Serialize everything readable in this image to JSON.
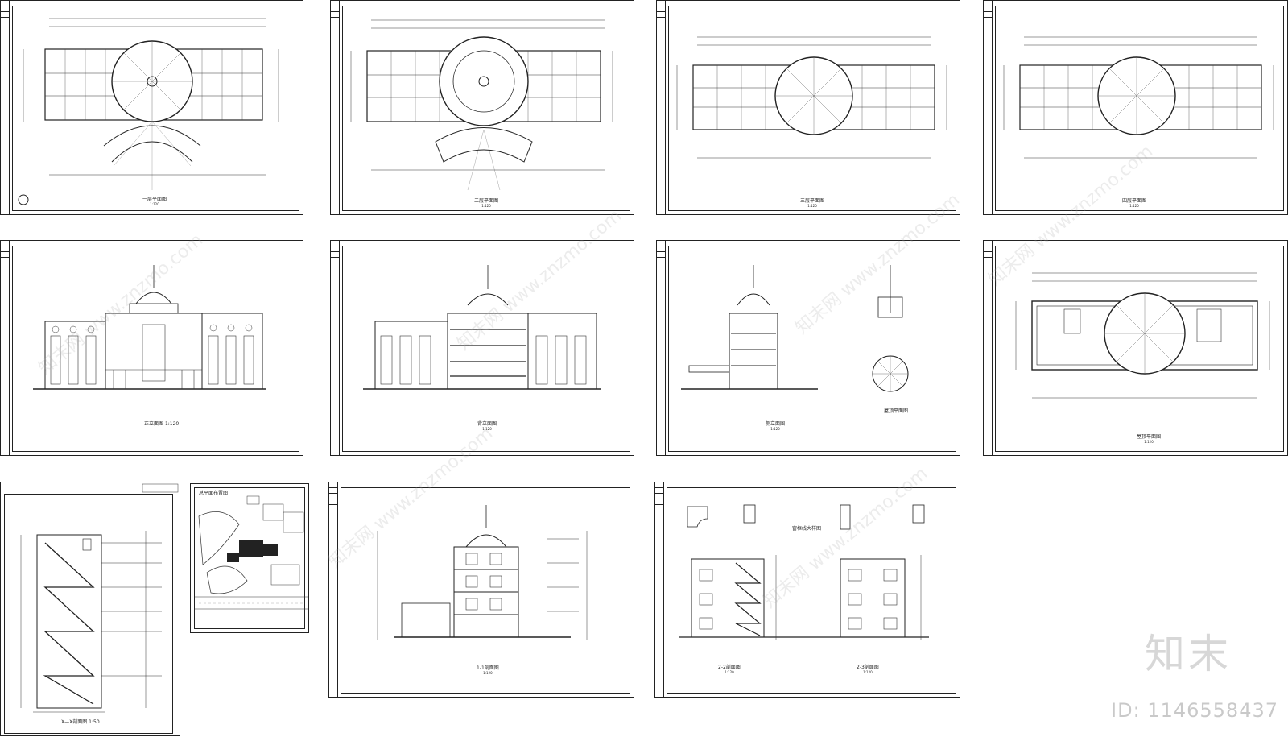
{
  "sheets": {
    "s1": {
      "title": "一层平面图",
      "scale": "1:120"
    },
    "s2": {
      "title": "二层平面图",
      "scale": "1:120"
    },
    "s3": {
      "title": "三层平面图",
      "scale": "1:120"
    },
    "s4": {
      "title": "四层平面图",
      "scale": "1:120"
    },
    "s5": {
      "title": "正立面图",
      "scale": "1:120"
    },
    "s6": {
      "title": "背立面图",
      "scale": "1:120"
    },
    "s7": {
      "title": "侧立面图",
      "scale": "1:120"
    },
    "s7b": {
      "title": "屋顶平面图"
    },
    "s8": {
      "title": "屋顶平面图",
      "scale": "1:120"
    },
    "s9": {
      "title": "X—X剖面图",
      "scale": "1:50"
    },
    "s10": {
      "title": "总平面布置图"
    },
    "s11": {
      "title": "1-1剖面图",
      "scale": "1:120"
    },
    "s12": {
      "title": "2-2剖面图",
      "scale": "1:120",
      "title2": "2-3剖面图",
      "detail": "窗框线大样图"
    }
  },
  "watermark": {
    "brand": "知末",
    "id": "ID: 1146558437",
    "diagonal": "知末网 www.znzmo.com"
  }
}
